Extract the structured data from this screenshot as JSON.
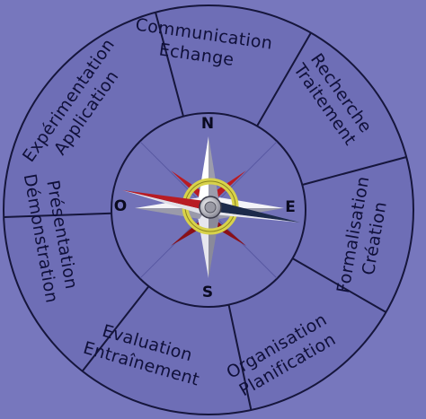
{
  "diagram": {
    "segments": [
      {
        "id": "communication",
        "line1": "Communication",
        "line2": "Echange"
      },
      {
        "id": "recherche",
        "line1": "Recherche",
        "line2": "Traitement"
      },
      {
        "id": "formalisation",
        "line1": "Formalisation",
        "line2": "Création"
      },
      {
        "id": "organisation",
        "line1": "Organisation",
        "line2": "Planification"
      },
      {
        "id": "evaluation",
        "line1": "Evaluation",
        "line2": "Entraînement"
      },
      {
        "id": "presentation",
        "line1": "Présentation",
        "line2": "Démonstration"
      },
      {
        "id": "experimentation",
        "line1": "Expérimentation",
        "line2": "Application"
      }
    ],
    "compass": {
      "north": "N",
      "south": "S",
      "east": "E",
      "west": "O"
    }
  },
  "colors": {
    "background": "#7777bd",
    "ring_fill": "#6e6eb6",
    "inner_fill": "#7272b8",
    "lines": "#16163c",
    "needle_red": "#b81c24",
    "needle_dark": "#1c2a4a",
    "ring_gold": "#d8d24a"
  }
}
